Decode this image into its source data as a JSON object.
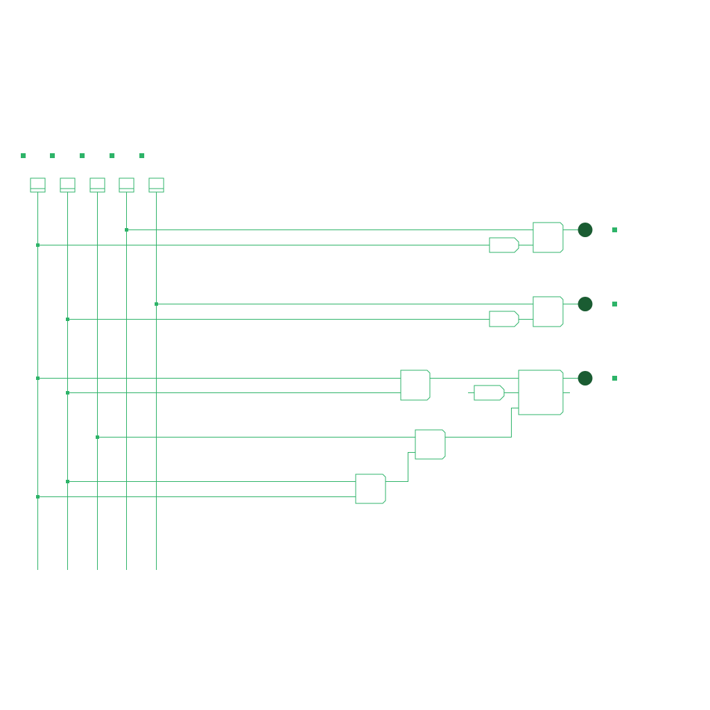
{
  "diagram": {
    "colors": {
      "wire": "#2db368",
      "led": "#1a5c32",
      "background": "#ffffff"
    },
    "inputs": [
      {
        "id": "in-0",
        "label": ""
      },
      {
        "id": "in-1",
        "label": ""
      },
      {
        "id": "in-2",
        "label": ""
      },
      {
        "id": "in-3",
        "label": ""
      },
      {
        "id": "in-4",
        "label": ""
      }
    ],
    "outputs": [
      {
        "id": "out-0",
        "label": ""
      },
      {
        "id": "out-1",
        "label": ""
      },
      {
        "id": "out-2",
        "label": ""
      }
    ],
    "gates": [
      {
        "id": "and-out-0",
        "type": "and"
      },
      {
        "id": "and-small-0",
        "type": "and"
      },
      {
        "id": "and-out-1",
        "type": "and"
      },
      {
        "id": "and-small-1",
        "type": "and"
      },
      {
        "id": "and-mid-2",
        "type": "and"
      },
      {
        "id": "and-small-2",
        "type": "and"
      },
      {
        "id": "and-out-2",
        "type": "and"
      },
      {
        "id": "and-lower-1",
        "type": "and"
      },
      {
        "id": "and-lower-2",
        "type": "and"
      }
    ]
  }
}
